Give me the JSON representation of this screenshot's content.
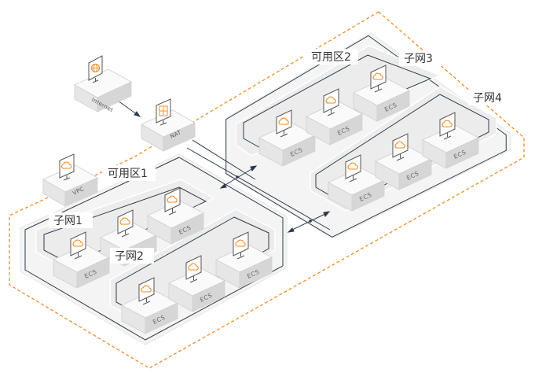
{
  "diagram": {
    "internet_label": "Internet",
    "nat_label": "NAT",
    "vpc_label": "VPC",
    "zone1_label": "可用区1",
    "zone2_label": "可用区2",
    "subnet1_label": "子网1",
    "subnet2_label": "子网2",
    "subnet3_label": "子网3",
    "subnet4_label": "子网4",
    "ecs_label": "ECS",
    "colors": {
      "accent": "#f08a24",
      "box_top": "#fafafa",
      "box_left": "#e6e6e6",
      "box_right": "#d6d6d6",
      "line": "#2d3b4e",
      "layer_fill": "#f2f2f2"
    }
  }
}
